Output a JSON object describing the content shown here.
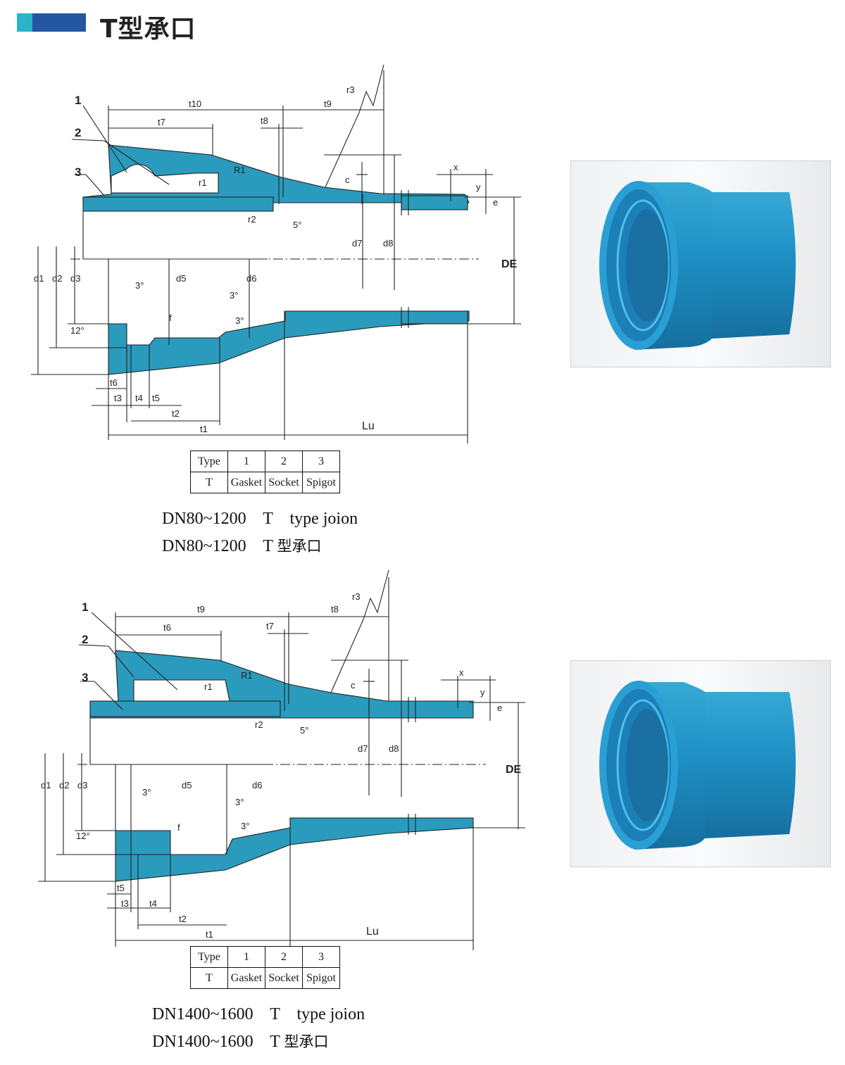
{
  "header": {
    "title": "T型承口",
    "accent_colors": [
      "#2ab3c9",
      "#2456a3"
    ]
  },
  "colors": {
    "pipe_fill": "#2a9bbd",
    "render_fill": "#1e8fc4",
    "line": "#222222"
  },
  "drawing1": {
    "callouts": [
      "1",
      "2",
      "3"
    ],
    "dims_top": {
      "t10": "t10",
      "t7": "t7",
      "t8": "t8",
      "t9": "t9",
      "r3": "r3"
    },
    "labels": {
      "R1": "R1",
      "r1": "r1",
      "r2": "r2",
      "c": "c",
      "x": "x",
      "y": "y",
      "e": "e",
      "angle5": "5°",
      "angle3a": "3°",
      "angle3b": "3°",
      "angle3c": "3°",
      "angle12": "12°",
      "f": "f"
    },
    "dims_vert": {
      "d1": "d1",
      "d2": "d2",
      "d3": "d3",
      "d5": "d5",
      "d6": "d6",
      "d7": "d7",
      "d8": "d8",
      "DE": "DE"
    },
    "dims_bottom": {
      "t6": "t6",
      "t3": "t3",
      "t4": "t4",
      "t5": "t5",
      "t2": "t2",
      "t1": "t1",
      "Lu": "Lu"
    }
  },
  "drawing2": {
    "callouts": [
      "1",
      "2",
      "3"
    ],
    "dims_top": {
      "t9": "t9",
      "t6": "t6",
      "t7": "t7",
      "t8": "t8",
      "r3": "r3"
    },
    "labels": {
      "R1": "R1",
      "r1": "r1",
      "r2": "r2",
      "c": "c",
      "x": "x",
      "y": "y",
      "e": "e",
      "angle5": "5°",
      "angle3a": "3°",
      "angle3b": "3°",
      "angle3c": "3°",
      "angle12": "12°",
      "f": "f"
    },
    "dims_vert": {
      "d1": "d1",
      "d2": "d2",
      "d3": "d3",
      "d5": "d5",
      "d6": "d6",
      "d7": "d7",
      "d8": "d8",
      "DE": "DE"
    },
    "dims_bottom": {
      "t5": "t5",
      "t3": "t3",
      "t4": "t4",
      "t2": "t2",
      "t1": "t1",
      "Lu": "Lu"
    }
  },
  "legend": {
    "header": [
      "Type",
      "1",
      "2",
      "3"
    ],
    "row": [
      "T",
      "Gasket",
      "Socket",
      "Spigot"
    ]
  },
  "captions": {
    "top_en": "DN80~1200    T    type joion",
    "top_zh_prefix": "DN80~1200    T ",
    "top_zh_suffix": "型承口",
    "bottom_en": "DN1400~1600    T    type joion",
    "bottom_zh_prefix": "DN1400~1600    T ",
    "bottom_zh_suffix": "型承口"
  }
}
